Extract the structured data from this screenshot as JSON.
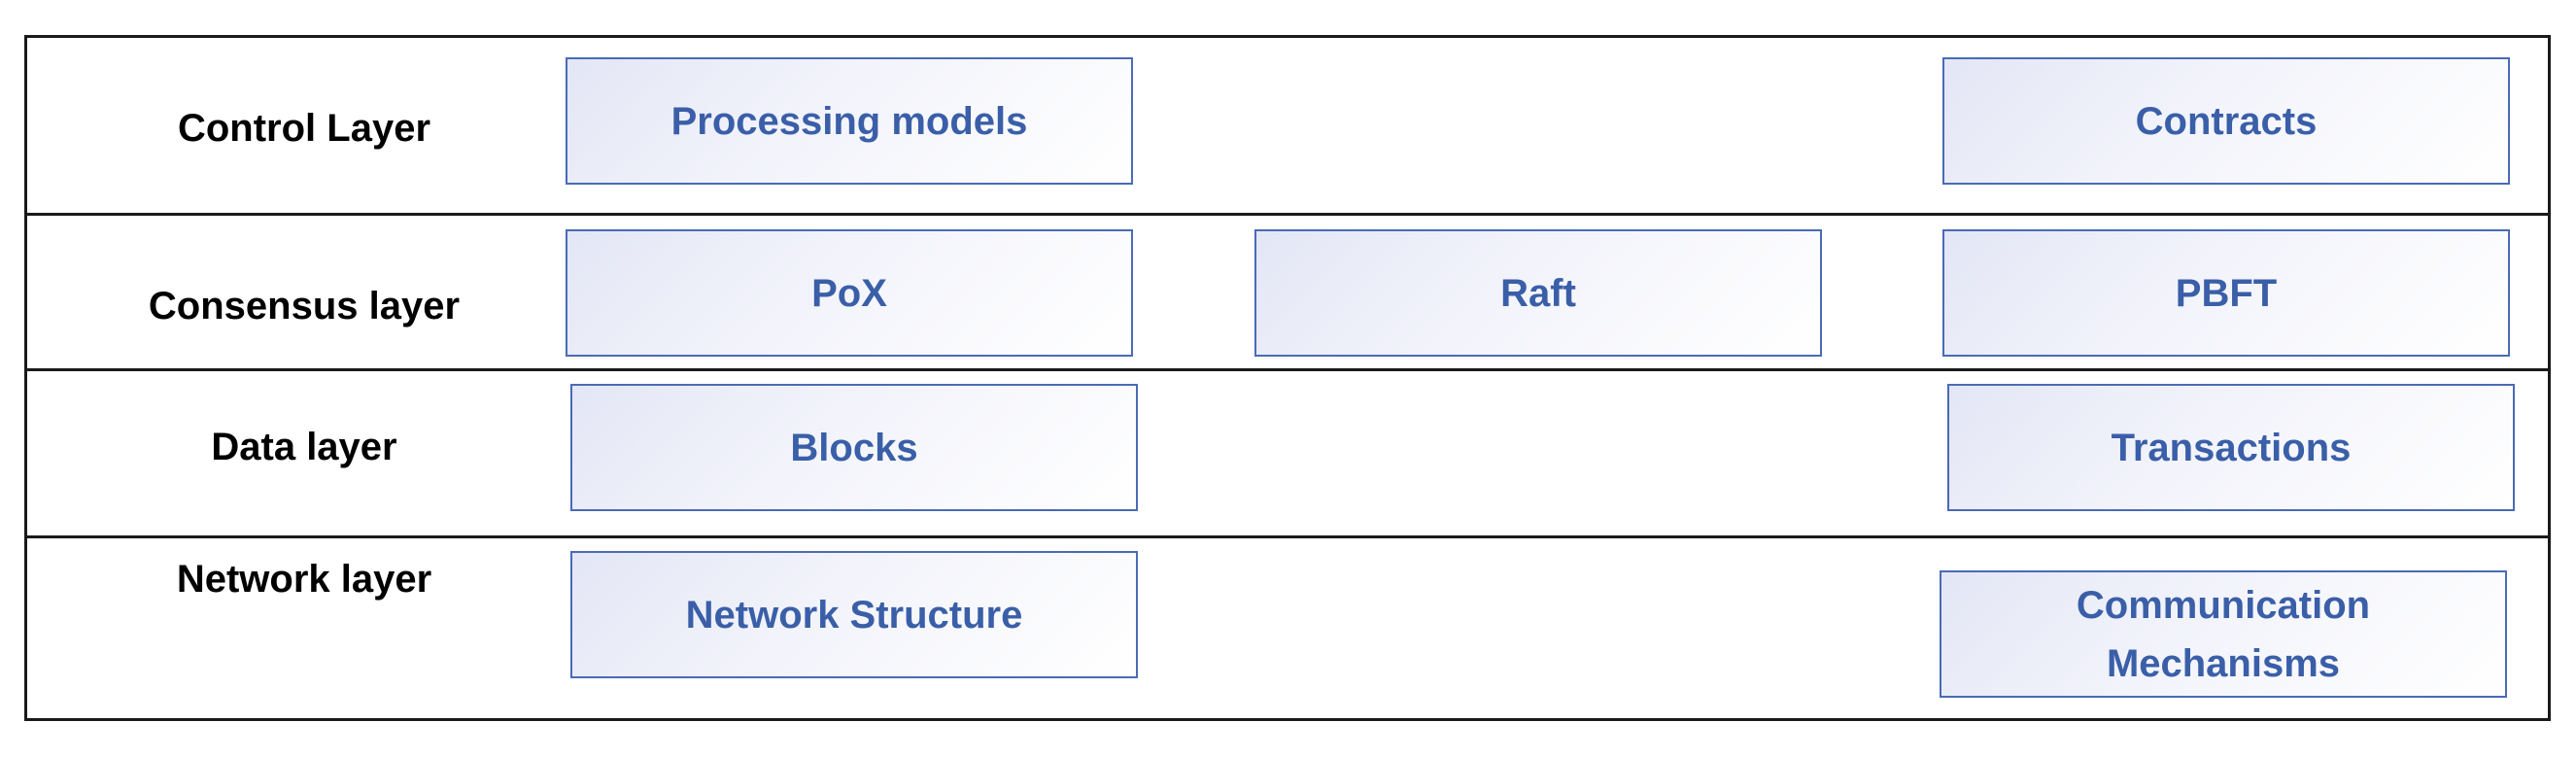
{
  "colors": {
    "frame": "#1a1a1a",
    "box_border": "#4a6bb5",
    "box_text": "#3a5fa8",
    "label_text": "#000000"
  },
  "layers": [
    {
      "label": "Control Layer",
      "components": [
        "Processing models",
        "Contracts"
      ]
    },
    {
      "label": "Consensus layer",
      "components": [
        "PoX",
        "Raft",
        "PBFT"
      ]
    },
    {
      "label": "Data layer",
      "components": [
        "Blocks",
        "Transactions"
      ]
    },
    {
      "label": "Network layer",
      "components": [
        "Network Structure",
        "Communication\nMechanisms"
      ]
    }
  ]
}
